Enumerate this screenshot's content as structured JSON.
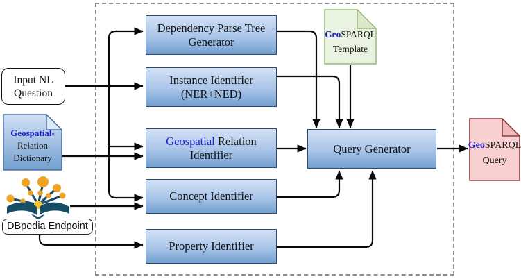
{
  "stages": {
    "dependency_parser": {
      "line1": "Dependency Parse Tree",
      "line2": "Generator"
    },
    "instance_identifier": {
      "line1": "Instance Identifier",
      "line2": "(NER+NED)"
    },
    "geospatial_relation_identifier": {
      "line1_highlight": "Geospatial",
      "line1_rest": " Relation",
      "line2": "Identifier"
    },
    "concept_identifier": {
      "label": "Concept Identifier"
    },
    "property_identifier": {
      "label": "Property Identifier"
    },
    "query_generator": {
      "label": "Query Generator"
    }
  },
  "inputs": {
    "nl_question": {
      "line1": "Input NL",
      "line2": "Question"
    },
    "geospatial_dictionary": {
      "line1_highlight": "Geospatial-",
      "line2": "Relation",
      "line3": "Dictionary"
    },
    "dbpedia_endpoint": {
      "label": "DBpedia Endpoint"
    }
  },
  "artifacts": {
    "geosparql_template": {
      "name_highlight": "Geo",
      "name_rest": "SPARQL",
      "line2": "Template"
    },
    "geosparql_query": {
      "name_highlight": "Geo",
      "name_rest": "SPARQL",
      "line2": "Query"
    }
  },
  "icons": {
    "dbpedia": "dbpedia-logo-icon",
    "template_doc": "green-document-icon",
    "query_doc": "pink-document-icon",
    "dictionary_doc": "blue-document-icon"
  },
  "colors": {
    "box_gradient_top": "#d2e1f5",
    "box_gradient_bottom": "#729fcf",
    "box_border": "#2c4a70",
    "highlight_text": "#2020cc",
    "template_bg": "#eaf3e1",
    "template_fold": "#d8e8c8",
    "template_border": "#98b878",
    "query_bg": "#f9d0d1",
    "query_fold": "#f0babc",
    "query_border": "#8f3d3d",
    "dictionary_fold": "#dce9f8",
    "dictionary_border": "#4f72a0",
    "arrow": "#0a0a0a",
    "dashed_boundary": "#8f8f8f",
    "dbpedia_teal": "#174e66",
    "dbpedia_orange": "#f0a225",
    "dbpedia_hub_yellow": "#f6c22e"
  }
}
